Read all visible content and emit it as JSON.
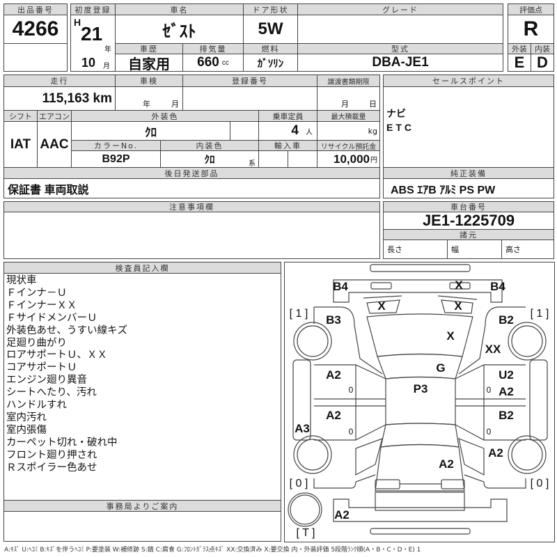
{
  "lot": {
    "label": "出品番号",
    "value": "4266"
  },
  "reg": {
    "label": "初度登録",
    "era": "H",
    "year": "21",
    "year_unit": "年",
    "month": "10",
    "month_unit": "月"
  },
  "car_name": {
    "label": "車名",
    "value": "ｾﾞｽﾄ"
  },
  "door": {
    "label": "ドア形状",
    "value": "5W"
  },
  "grade": {
    "label": "グレード",
    "value": ""
  },
  "score": {
    "label": "評価点",
    "value": "R",
    "ext_label": "外装",
    "int_label": "内装",
    "ext": "E",
    "int": "D"
  },
  "history": {
    "label": "車歴",
    "value": "自家用"
  },
  "displacement": {
    "label": "排気量",
    "value": "660",
    "unit": "cc"
  },
  "fuel": {
    "label": "燃料",
    "value": "ｶﾞｿﾘﾝ"
  },
  "model": {
    "label": "型式",
    "value": "DBA-JE1"
  },
  "mileage": {
    "label": "走行",
    "value": "115,163 km"
  },
  "inspection": {
    "label": "車検",
    "year_unit": "年",
    "month_unit": "月"
  },
  "plate": {
    "label": "登録番号"
  },
  "transfer": {
    "label": "譲渡書類期限",
    "month_unit": "月",
    "day_unit": "日"
  },
  "shift": {
    "label": "シフト",
    "value": "IAT"
  },
  "ac": {
    "label": "エアコン",
    "value": "AAC"
  },
  "ext_color": {
    "label": "外装色",
    "value": "ｸﾛ"
  },
  "capacity": {
    "label": "乗車定員",
    "value": "4",
    "unit": "人"
  },
  "max_load": {
    "label": "最大積載量",
    "unit": "kg"
  },
  "color_no": {
    "label": "カラーNo.",
    "value": "B92P"
  },
  "int_color": {
    "label": "内装色",
    "value": "ｸﾛ",
    "unit": "系"
  },
  "import": {
    "label": "輸入車"
  },
  "recycle": {
    "label": "リサイクル預託金",
    "value": "10,000",
    "unit": "円"
  },
  "later_parts": {
    "label": "後日発送部品",
    "value": "保証書 車両取説"
  },
  "sales": {
    "label": "セールスポイント",
    "items": [
      "ナビ",
      "ETC"
    ]
  },
  "equipment": {
    "label": "純正装備",
    "value": "ABS ｴｱB ｱﾙﾐ PS PW"
  },
  "caution": {
    "label": "注意事項欄"
  },
  "chassis": {
    "label": "車台番号",
    "value": "JE1-1225709"
  },
  "specs": {
    "label": "諸元",
    "length": "長さ",
    "width": "幅",
    "height": "高さ"
  },
  "inspector": {
    "label": "検査員記入欄",
    "notes": [
      "現状車",
      "Ｆインナ－Ｕ",
      "ＦインナーＸＸ",
      "ＦサイドメンバーＵ",
      "外装色あせ、うすい線キズ",
      "足廻り曲がり",
      "ロアサポートＵ、ＸＸ",
      "コアサポートＵ",
      "エンジン廻り異音",
      "シートへたり、汚れ",
      "ハンドルすれ",
      "室内汚れ",
      "室内張傷",
      "カーペット切れ・破れ中",
      "フロント廻り押され",
      "Ｒスポイラー色あせ"
    ]
  },
  "office": {
    "label": "事務局よりご案内"
  },
  "diagram": {
    "marks": [
      "B4",
      "X",
      "B4",
      "X",
      "X",
      "[ 1 ]",
      "[ 1 ]",
      "B3",
      "B2",
      "X",
      "XX",
      "G",
      "A2",
      "U2",
      "P3",
      "0",
      "0",
      "A2",
      "A2",
      "B2",
      "A3",
      "0",
      "0",
      "A2",
      "A2",
      "[ 0 ]",
      "[ 0 ]",
      "A2",
      "[ T ]"
    ]
  },
  "legend": "A:ｷｽﾞ U:ﾍｺﾐ B:ｷｽﾞを伴うﾍｺﾐ P:要塗装 W:補修跡 S:錆 C:腐食 G:ﾌﾛﾝﾄｶﾞﾗｽ点ｷｽﾞ XX:交換済み X:要交換 内・外装評価 5段階ﾗﾝｸ順(A・B・C・D・E) 1"
}
